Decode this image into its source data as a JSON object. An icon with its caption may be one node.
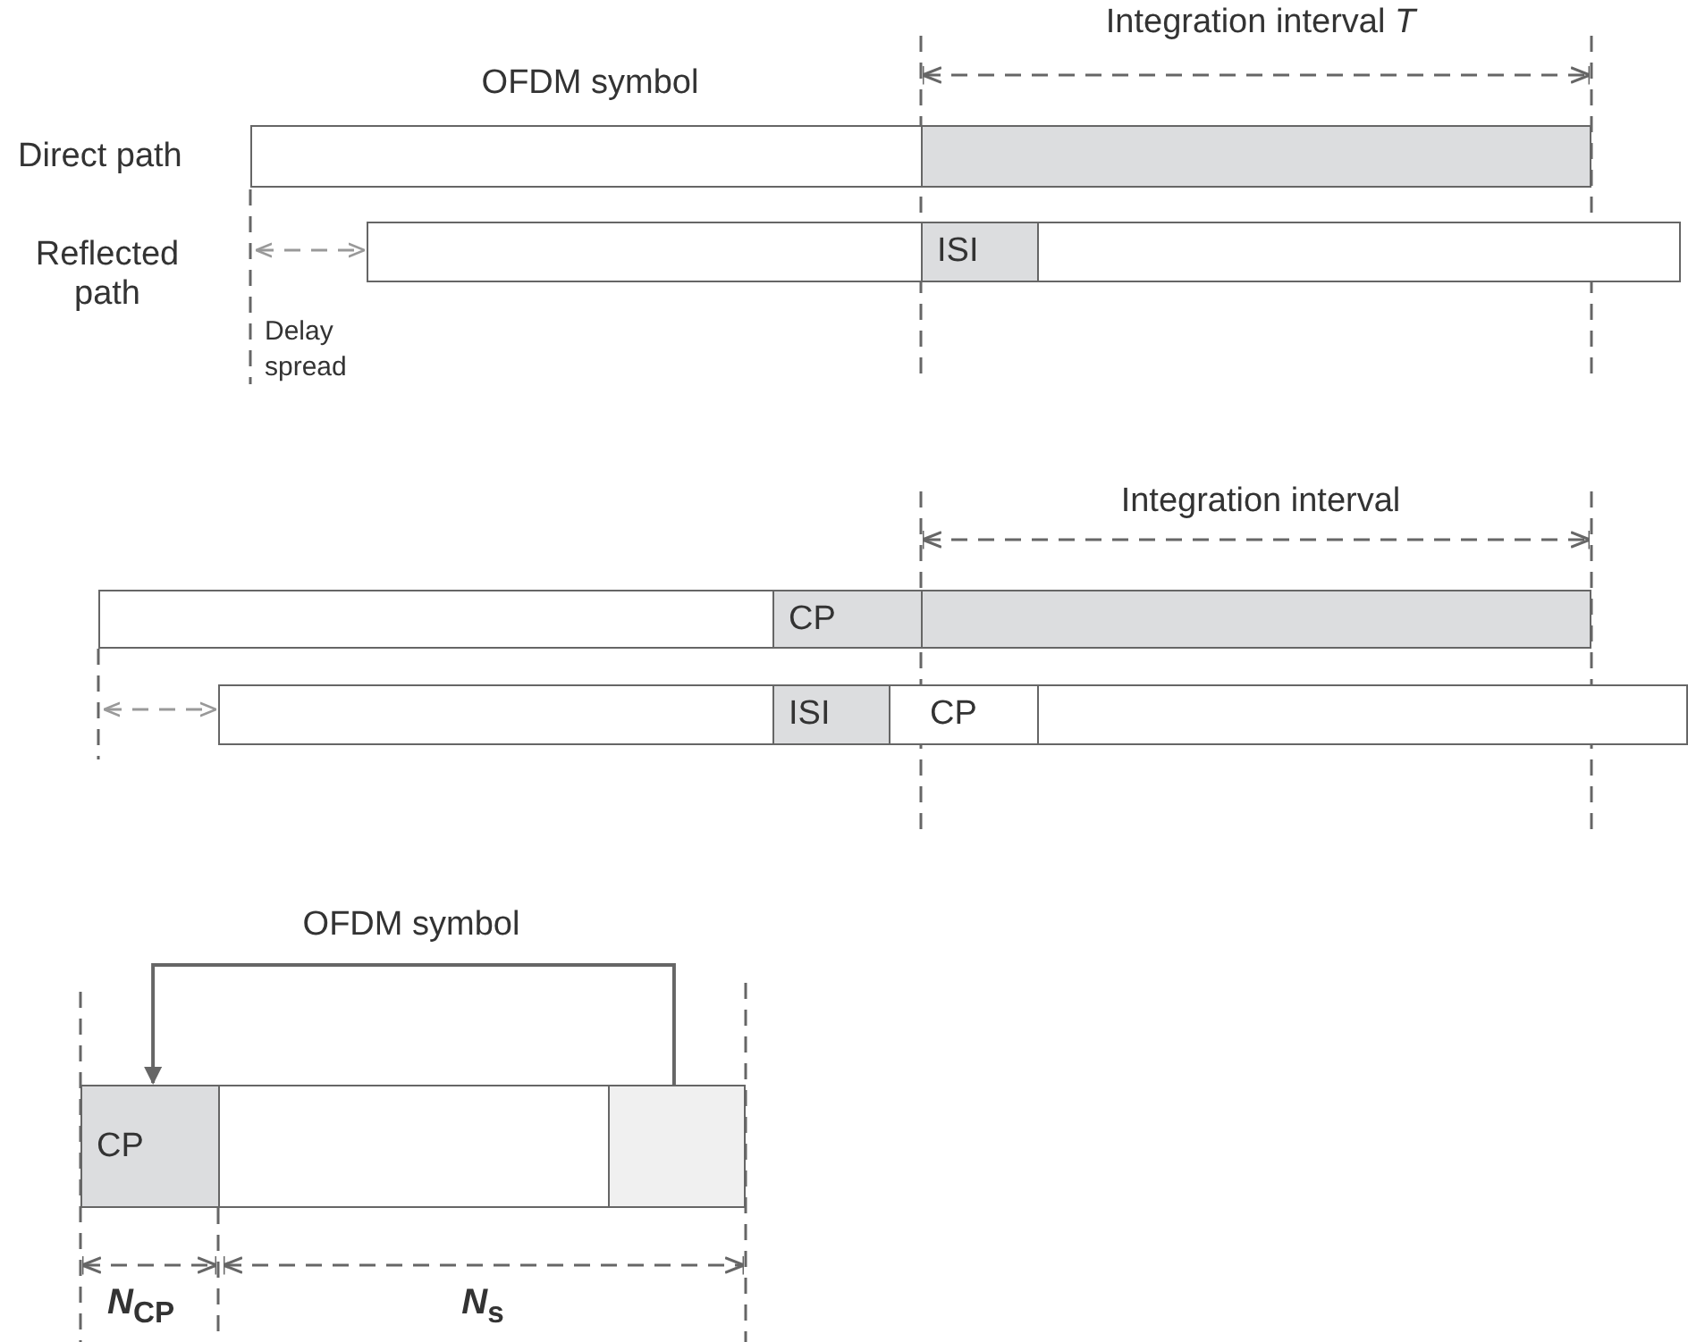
{
  "diagram": {
    "nodes": [
      {
        "text": [],
        "shape": "bar"
      },
      {
        "text": [],
        "shape": "bar"
      },
      {
        "text": [],
        "shape": "bar"
      },
      {
        "text": [
          "ISI"
        ]
      },
      {
        "text": [],
        "shape": "bar"
      },
      {
        "text": [],
        "shape": "bar"
      },
      {
        "text": [
          "CP"
        ]
      },
      {
        "text": [],
        "shape": "bar"
      },
      {
        "text": [],
        "shape": "bar"
      },
      {
        "text": [
          "ISI"
        ]
      },
      {
        "text": [
          "CP"
        ]
      },
      {
        "text": [],
        "shape": "bar"
      },
      {
        "text": [
          "CP"
        ]
      },
      {
        "text": [],
        "shape": "bar"
      },
      {
        "text": [],
        "shape": "bar"
      }
    ],
    "edges": [
      {
        "from": 14,
        "to": 12,
        "arrow": "to"
      }
    ],
    "labels": [
      "Integration interval *T*",
      "OFDM symbol",
      "Direct path",
      "Reflected path",
      "Delay spread",
      "Integration interval",
      "OFDM symbol",
      "*N*$_{CP}$",
      "*N*$_{s}$"
    ]
  }
}
